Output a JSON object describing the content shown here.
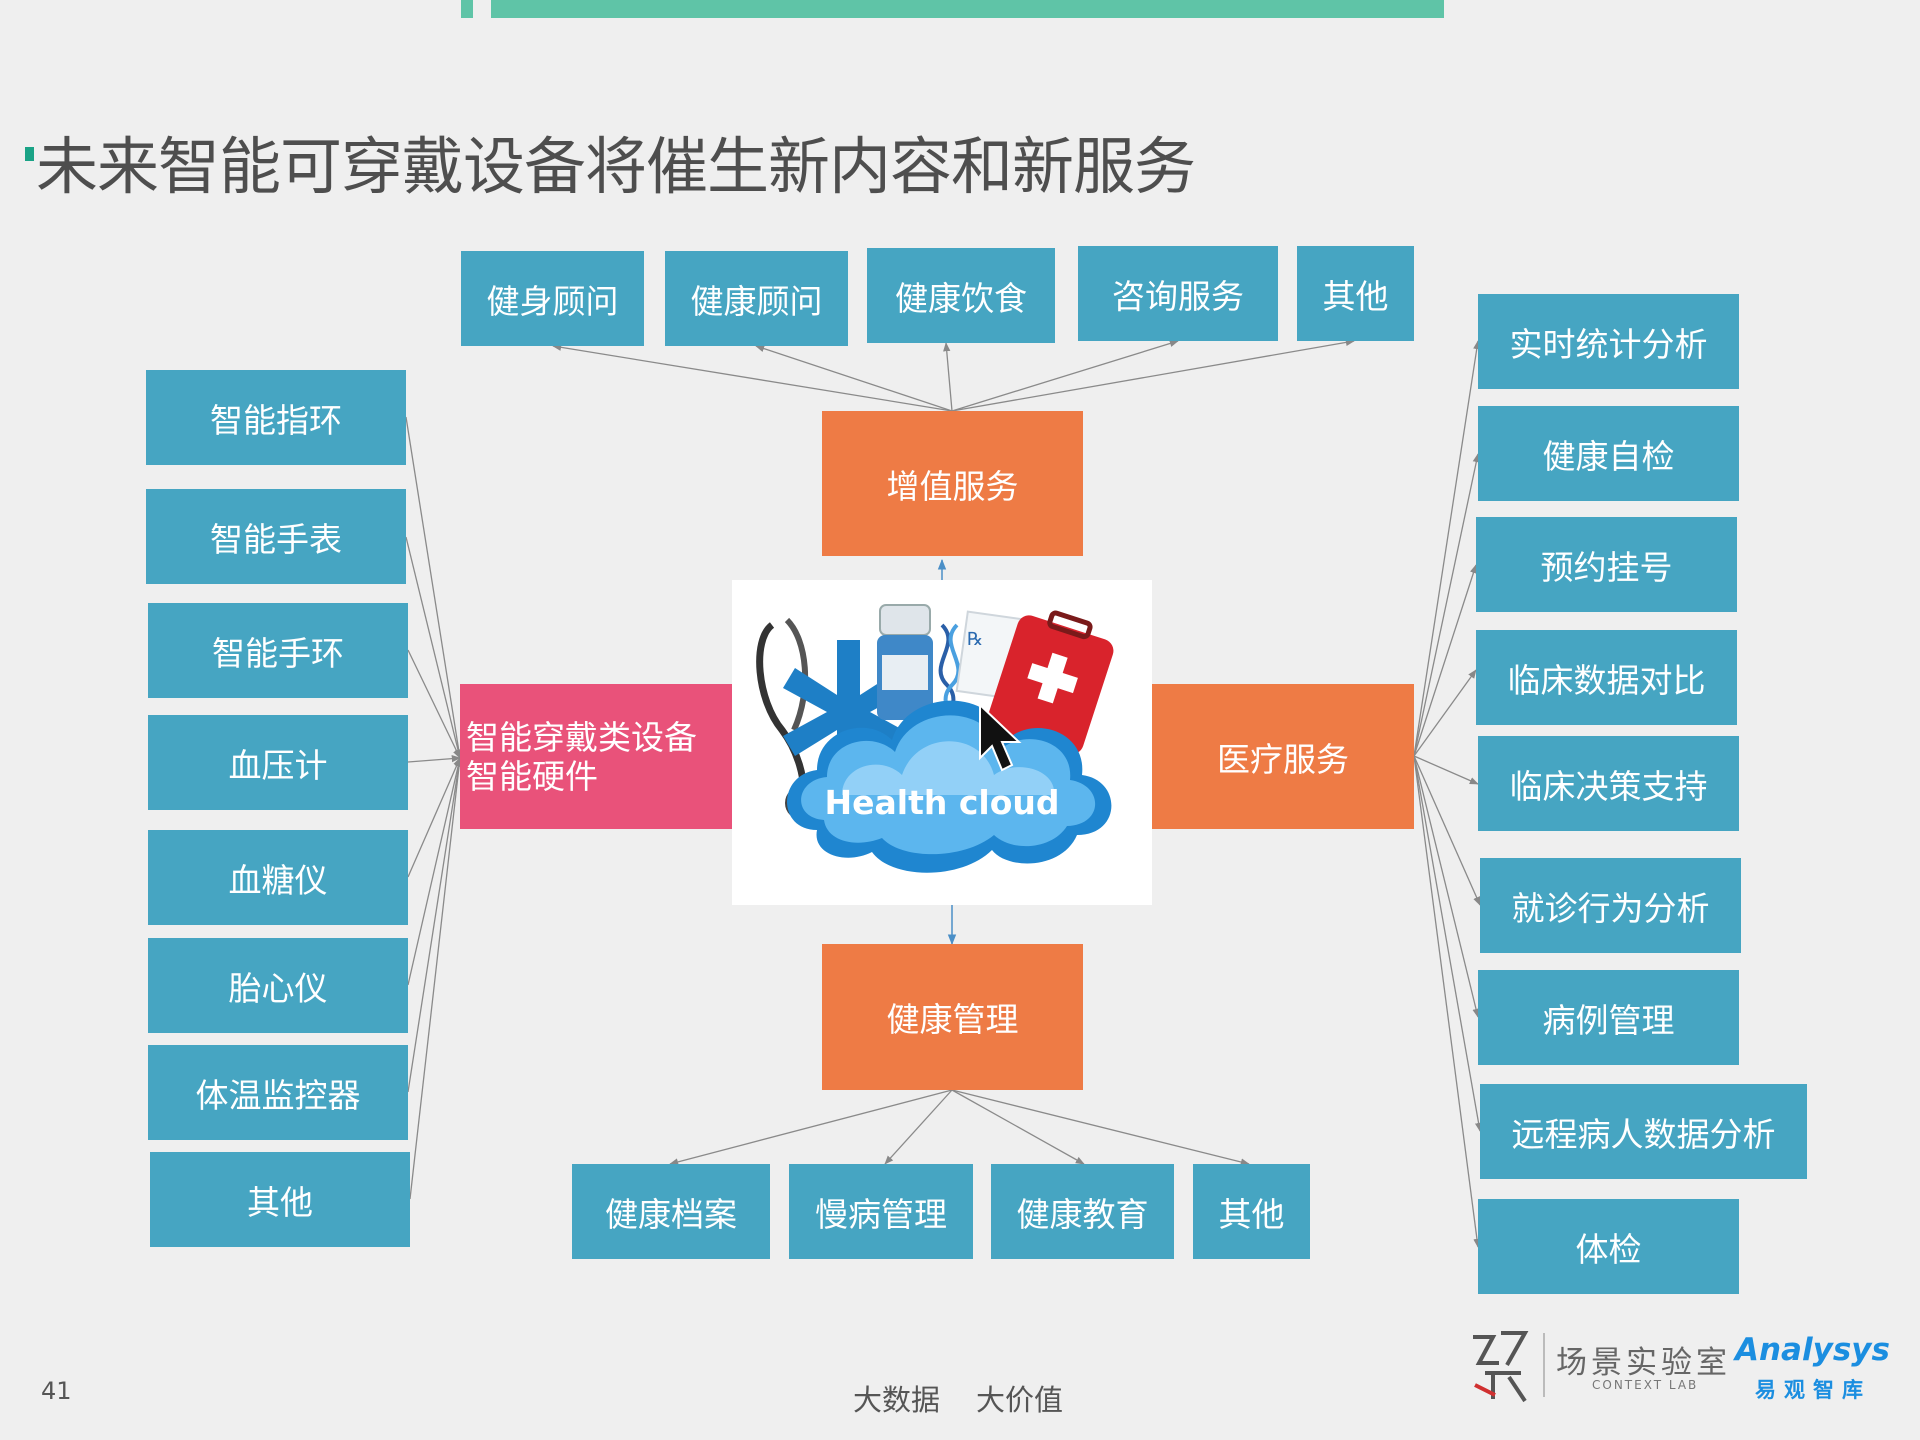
{
  "title": "未来智能可穿戴设备将催生新内容和新服务",
  "center": {
    "label": "Health cloud"
  },
  "hubs": {
    "value_added": "增值服务",
    "wearable": [
      "智能穿戴类设备",
      "智能硬件"
    ],
    "medical": "医疗服务",
    "health_mgmt": "健康管理"
  },
  "value_added_items": [
    "健身顾问",
    "健康顾问",
    "健康饮食",
    "咨询服务",
    "其他"
  ],
  "device_items": [
    "智能指环",
    "智能手表",
    "智能手环",
    "血压计",
    "血糖仪",
    "胎心仪",
    "体温监控器",
    "其他"
  ],
  "medical_items": [
    "实时统计分析",
    "健康自检",
    "预约挂号",
    "临床数据对比",
    "临床决策支持",
    "就诊行为分析",
    "病例管理",
    "远程病人数据分析",
    "体检"
  ],
  "health_mgmt_items": [
    "健康档案",
    "慢病管理",
    "健康教育",
    "其他"
  ],
  "footer": {
    "page_number": "41",
    "slogan_1": "大数据",
    "slogan_2": "大价值"
  },
  "logos": {
    "context_lab_cn": "场景实验室",
    "context_lab_en": "CONTEXT LAB",
    "analysys_en": "Analysys",
    "analysys_cn": "易观智库"
  },
  "colors": {
    "blue_box": "#46a5c2",
    "orange_box": "#ee7b45",
    "pink_box": "#e9527a",
    "accent": "#5fc4a7"
  }
}
